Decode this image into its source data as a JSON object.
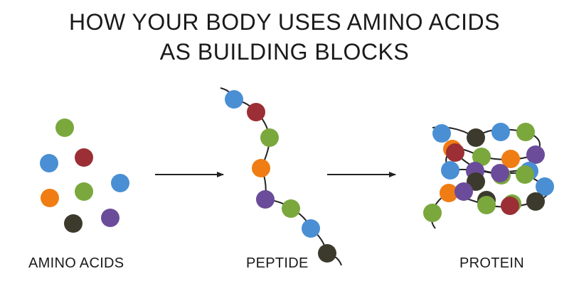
{
  "title": {
    "line1": "HOW YOUR BODY USES AMINO ACIDS",
    "line2": "AS BUILDING BLOCKS"
  },
  "stages": [
    {
      "label": "AMINO ACIDS"
    },
    {
      "label": "PEPTIDE"
    },
    {
      "label": "PROTEIN"
    }
  ],
  "colors": {
    "green": "#7aa83c",
    "red": "#9b2f35",
    "blue": "#4a8fd4",
    "orange": "#ef7d14",
    "purple": "#6b4c9a",
    "dark": "#3b3a2c",
    "link": "#222222"
  },
  "amino_acids": [
    "green",
    "red",
    "blue",
    "blue",
    "orange",
    "green",
    "dark",
    "purple"
  ],
  "peptide": [
    "blue",
    "red",
    "green",
    "orange",
    "purple",
    "green",
    "blue",
    "dark"
  ],
  "protein": [
    "blue",
    "dark",
    "blue",
    "green",
    "orange",
    "red",
    "green",
    "orange",
    "purple",
    "blue",
    "purple",
    "green",
    "blue",
    "dark",
    "purple",
    "green",
    "blue",
    "orange",
    "purple",
    "dark",
    "green",
    "green",
    "red",
    "dark",
    "green"
  ]
}
